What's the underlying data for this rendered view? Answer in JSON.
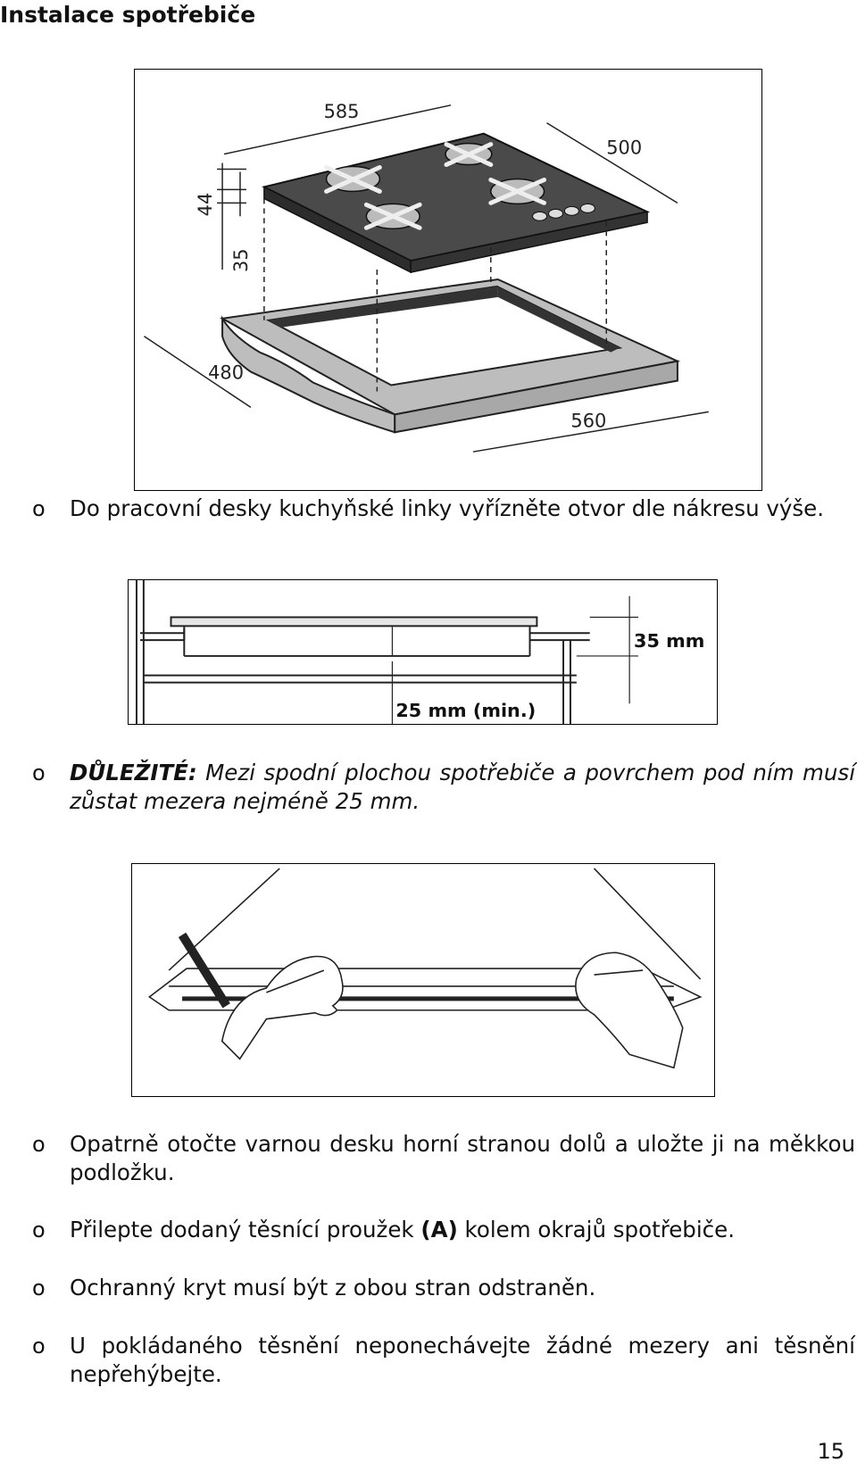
{
  "page": {
    "title": "Instalace spotřebiče",
    "page_number": "15"
  },
  "figure1": {
    "dimensions": [
      "585",
      "500",
      "44",
      "35",
      "480",
      "560"
    ]
  },
  "figure2": {
    "label_top": "35 mm",
    "label_bottom": "25 mm (min.)"
  },
  "bullet_symbol": "o",
  "paragraphs": {
    "p1": "Do pracovní desky kuchyňské linky vyřízněte otvor dle nákresu výše.",
    "p2_bold": "DŮLEŽITÉ:",
    "p2_text": " Mezi spodní plochou spotřebiče a povrchem pod ním musí zůstat mezera nejméně 25 mm.",
    "p3": "Opatrně otočte varnou desku horní stranou dolů a uložte ji na měkkou podložku.",
    "p4_a": "Přilepte dodaný těsnící proužek ",
    "p4_bold": "(A)",
    "p4_b": " kolem okrajů spotřebiče.",
    "p5": "Ochranný kryt musí být z obou stran odstraněn.",
    "p6": "U pokládaného těsnění neponechávejte žádné mezery ani těsnění nepřehýbejte."
  }
}
